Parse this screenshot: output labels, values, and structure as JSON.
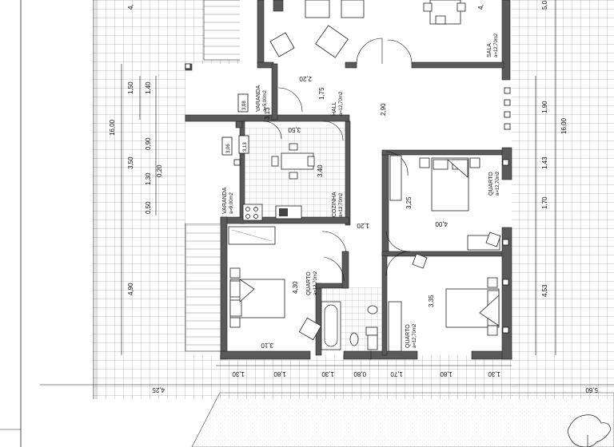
{
  "rooms": {
    "sala": {
      "name": "SALA",
      "area": "a=12,70m2"
    },
    "varanda_top": {
      "name": "VARANDA",
      "area": "a=5,00m2",
      "tag": "3,08"
    },
    "hall": {
      "name": "HALL",
      "area": "a=12,70m2"
    },
    "cozinha": {
      "name": "COZINHA",
      "area": "a=12,70m2",
      "tag": "3,13"
    },
    "varanda_left": {
      "name": "VARANDA",
      "area": "a=9,00m2",
      "tag": "3,06"
    },
    "quarto_left": {
      "name": "QUARTO",
      "area": "a=12,70m2"
    },
    "quarto_right_top": {
      "name": "QUARTO",
      "area": "a=12,70m2"
    },
    "quarto_right_bottom": {
      "name": "QUARTO",
      "area": "a=12,70m2"
    }
  },
  "dimensions": {
    "d_4_top": "4,",
    "d_5_60_top": "5,0",
    "d_4_right_of_sala": "4,",
    "d_2_20": "2,20",
    "d_1_75": "1,75",
    "d_2_90": "2,90",
    "d_3_13": "3,13",
    "d_3_50_kitchen": "3,50",
    "d_3_40": "3,40",
    "d_1_20": "1,20",
    "d_3_25": "3,25",
    "d_4_00": "4,00",
    "d_4_30": "4,30",
    "d_3_10": "3,10",
    "d_3_35": "3,35",
    "left_16_00": "16,00",
    "left_1_50": "1,50",
    "left_1_40": "1,40",
    "left_0_90": "0,90",
    "left_3_50": "3,50",
    "left_1_30": "1,30",
    "left_0_20": "0,20",
    "left_0_50": "0,50",
    "left_4_90": "4,90",
    "right_1_90": "1,90",
    "right_16_00": "16,00",
    "right_1_43": "1,43",
    "right_1_70": "1,70",
    "right_4_53": "4,53",
    "bottom": [
      "1,30",
      "1,80",
      "1,30",
      "0,80",
      "1,70",
      "1,80",
      "1,30"
    ],
    "bottom_4_25": "4,25",
    "bottom_5_60": "5,60"
  }
}
